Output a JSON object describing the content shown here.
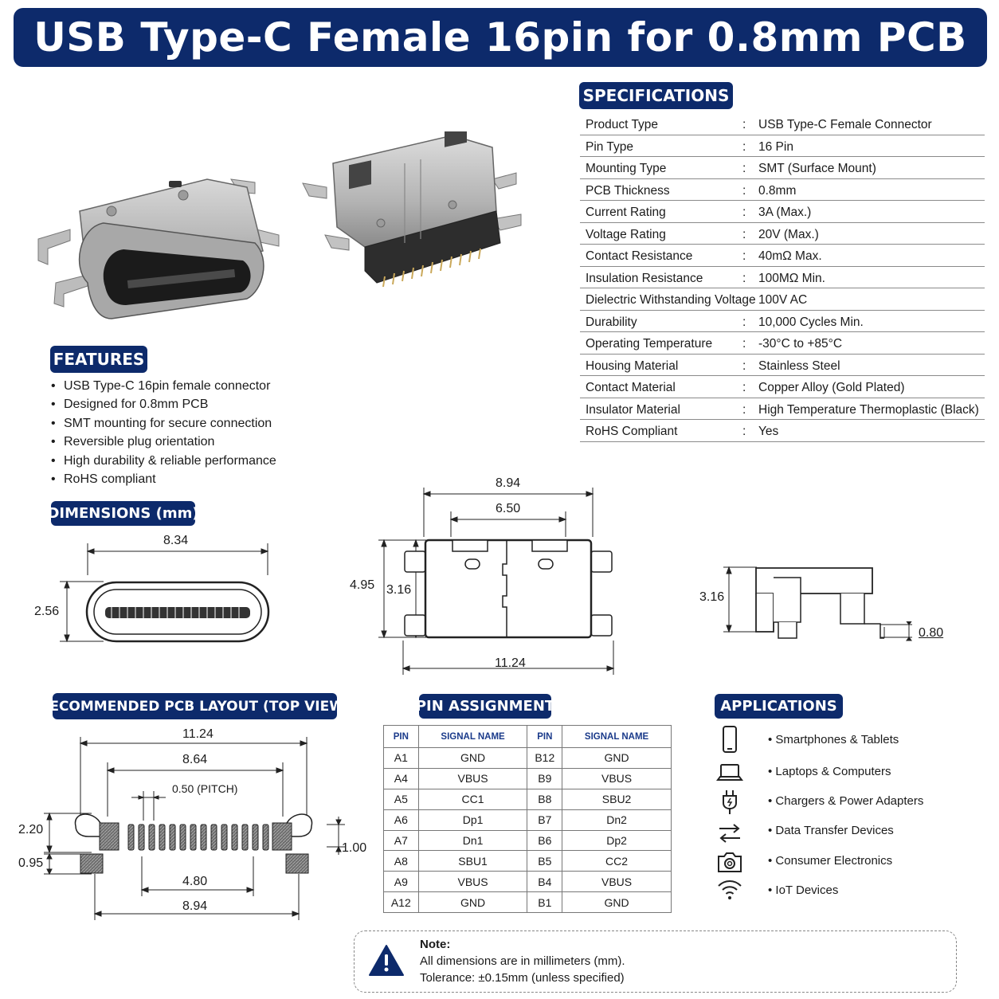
{
  "title": "USB Type-C Female 16pin for 0.8mm PCB",
  "specifications": {
    "heading": "SPECIFICATIONS",
    "rows": [
      {
        "label": "Product Type",
        "sep": ":",
        "value": "USB Type-C Female Connector"
      },
      {
        "label": "Pin Type",
        "sep": ":",
        "value": "16 Pin"
      },
      {
        "label": "Mounting Type",
        "sep": ":",
        "value": "SMT (Surface Mount)"
      },
      {
        "label": "PCB Thickness",
        "sep": ":",
        "value": "0.8mm"
      },
      {
        "label": "Current Rating",
        "sep": ":",
        "value": "3A (Max.)"
      },
      {
        "label": "Voltage Rating",
        "sep": ":",
        "value": "20V (Max.)"
      },
      {
        "label": "Contact Resistance",
        "sep": ":",
        "value": "40mΩ Max."
      },
      {
        "label": "Insulation Resistance",
        "sep": ":",
        "value": "100MΩ Min."
      },
      {
        "label": "Dielectric Withstanding Voltage",
        "sep": "",
        "value": "100V AC"
      },
      {
        "label": "Durability",
        "sep": ":",
        "value": "10,000 Cycles Min."
      },
      {
        "label": "Operating Temperature",
        "sep": ":",
        "value": "-30°C to +85°C"
      },
      {
        "label": "Housing Material",
        "sep": ":",
        "value": "Stainless Steel"
      },
      {
        "label": "Contact Material",
        "sep": ":",
        "value": "Copper Alloy (Gold Plated)"
      },
      {
        "label": "Insulator Material",
        "sep": ":",
        "value": "High Temperature Thermoplastic (Black)"
      },
      {
        "label": "RoHS Compliant",
        "sep": ":",
        "value": "Yes"
      }
    ]
  },
  "features": {
    "heading": "FEATURES",
    "items": [
      "USB Type-C 16pin female connector",
      "Designed for 0.8mm PCB",
      "SMT mounting for secure connection",
      "Reversible plug orientation",
      "High durability & reliable performance",
      "RoHS compliant"
    ]
  },
  "dimensions": {
    "heading": "DIMENSIONS (mm)",
    "front": {
      "width": "8.34",
      "height": "2.56"
    },
    "top": {
      "outer_width": "8.94",
      "inner_width": "6.50",
      "total_height": "4.95",
      "body_height": "3.16",
      "total_width": "11.24"
    },
    "side": {
      "height": "3.16",
      "pcb": "0.80"
    }
  },
  "pcb_layout": {
    "heading": "RECOMMENDED PCB LAYOUT (TOP VIEW)",
    "total_width": "11.24",
    "inner_width": "8.64",
    "pitch": "0.50 (PITCH)",
    "left_height": "2.20",
    "left_pad": "0.95",
    "right_height": "1.00",
    "center_width": "4.80",
    "bottom_width": "8.94"
  },
  "pin_assignment": {
    "heading": "PIN ASSIGNMENT",
    "headers": [
      "PIN",
      "SIGNAL NAME",
      "PIN",
      "SIGNAL NAME"
    ],
    "rows": [
      [
        "A1",
        "GND",
        "B12",
        "GND"
      ],
      [
        "A4",
        "VBUS",
        "B9",
        "VBUS"
      ],
      [
        "A5",
        "CC1",
        "B8",
        "SBU2"
      ],
      [
        "A6",
        "Dp1",
        "B7",
        "Dn2"
      ],
      [
        "A7",
        "Dn1",
        "B6",
        "Dp2"
      ],
      [
        "A8",
        "SBU1",
        "B5",
        "CC2"
      ],
      [
        "A9",
        "VBUS",
        "B4",
        "VBUS"
      ],
      [
        "A12",
        "GND",
        "B1",
        "GND"
      ]
    ]
  },
  "applications": {
    "heading": "APPLICATIONS",
    "items": [
      {
        "icon": "smartphone-icon",
        "label": "Smartphones & Tablets"
      },
      {
        "icon": "laptop-icon",
        "label": "Laptops & Computers"
      },
      {
        "icon": "power-plug-icon",
        "label": "Chargers & Power Adapters"
      },
      {
        "icon": "transfer-arrows-icon",
        "label": "Data Transfer Devices"
      },
      {
        "icon": "camera-icon",
        "label": "Consumer Electronics"
      },
      {
        "icon": "wifi-icon",
        "label": "IoT Devices"
      }
    ]
  },
  "note": {
    "title": "Note:",
    "line1": "All dimensions are in millimeters (mm).",
    "line2": "Tolerance: ±0.15mm (unless specified)"
  },
  "colors": {
    "brand": "#0d2a6b",
    "accent": "#1a3a8a"
  }
}
